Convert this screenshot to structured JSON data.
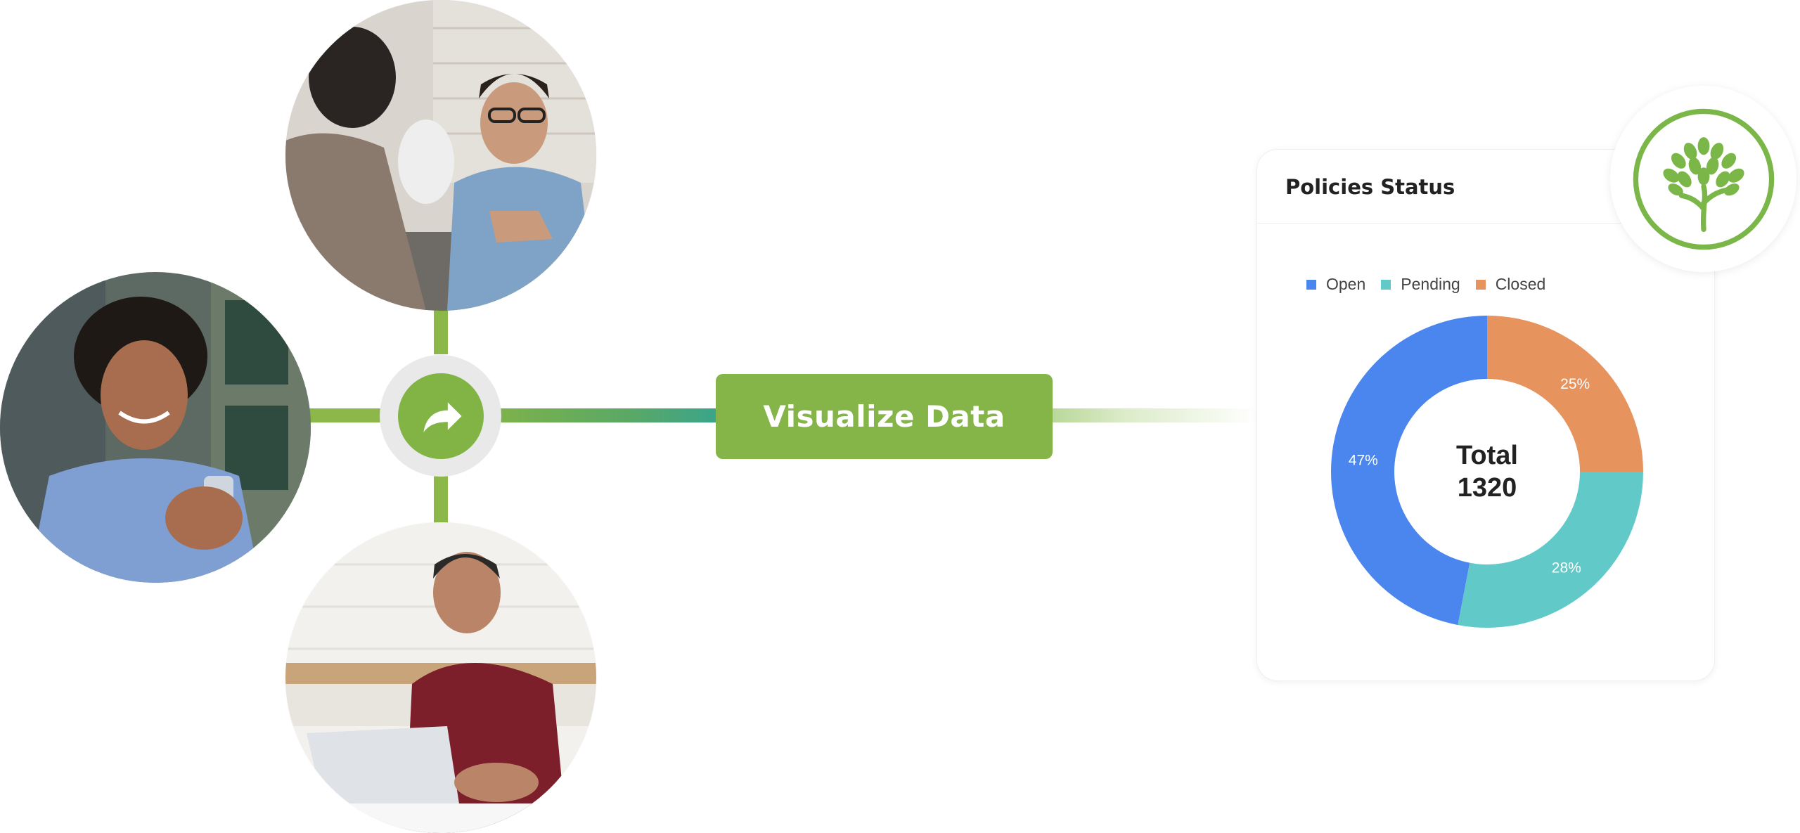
{
  "button": {
    "label": "Visualize Data"
  },
  "card": {
    "title": "Policies Status"
  },
  "colors": {
    "green": "#85b548",
    "open": "#4a86ee",
    "pending": "#62c9c9",
    "closed": "#e6935e"
  },
  "icons": {
    "hub": "share-arrow-icon",
    "logo": "tree-logo-icon"
  },
  "chart_data": {
    "type": "pie",
    "title": "Policies Status",
    "legend_position": "top-left",
    "series": [
      {
        "name": "Open",
        "value": 47,
        "label": "47%"
      },
      {
        "name": "Pending",
        "value": 28,
        "label": "28%"
      },
      {
        "name": "Closed",
        "value": 25,
        "label": "25%"
      }
    ],
    "center_text": {
      "line1": "Total",
      "line2": "1320"
    }
  }
}
